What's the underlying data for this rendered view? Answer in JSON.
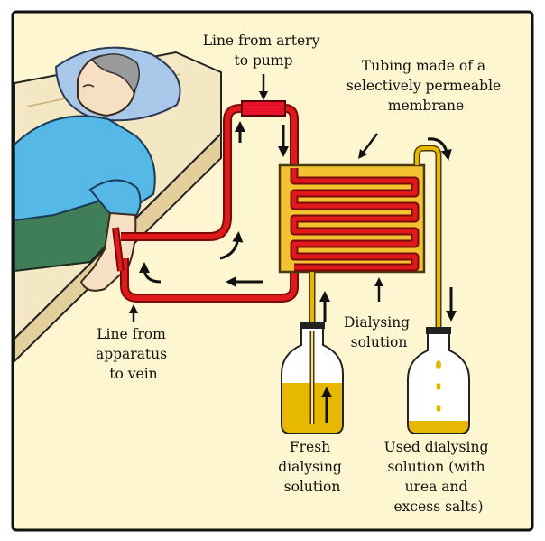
{
  "diagram": {
    "labels": {
      "artery_line": [
        "Line from artery",
        "to pump"
      ],
      "tubing": [
        "Tubing made of a",
        "selectively permeable",
        "membrane"
      ],
      "vein_line": [
        "Line from",
        "apparatus",
        "to vein"
      ],
      "dialysing_solution": [
        "Dialysing",
        "solution"
      ],
      "fresh_solution": [
        "Fresh",
        "dialysing",
        "solution"
      ],
      "used_solution": [
        "Used dialysing",
        "solution (with",
        "urea and",
        "excess salts)"
      ]
    },
    "colors": {
      "background": "#fdf6d0",
      "border": "#111111",
      "blood_tube": "#e01a1a",
      "blood_tube_dark": "#7a0a0a",
      "pump": "#e8102a",
      "chamber": "#f2c230",
      "dialysate": "#e6b800",
      "shirt": "#55b8e6",
      "pants": "#3f7e56",
      "pillow": "#a9c8e9",
      "skin": "#f7dfc4",
      "bed": "#f4e7c3"
    },
    "icons": [
      "patient",
      "bed",
      "pump",
      "dialyser-chamber",
      "fresh-bottle",
      "used-bottle",
      "flow-arrow"
    ]
  }
}
